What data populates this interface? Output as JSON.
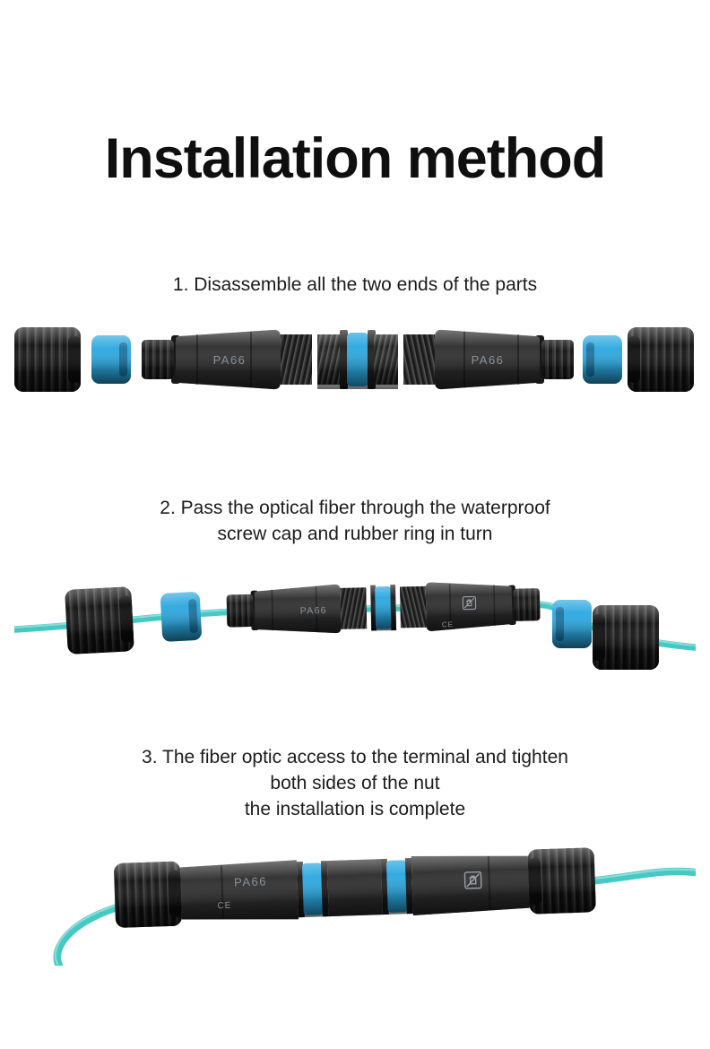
{
  "page": {
    "title": "Installation method"
  },
  "steps": [
    {
      "lines": [
        "1. Disassemble all the two ends of the parts"
      ]
    },
    {
      "lines": [
        "2. Pass the optical fiber through the waterproof",
        "screw cap and rubber ring in turn"
      ]
    },
    {
      "lines": [
        "3. The fiber optic access to the terminal and tighten",
        "both sides of the nut",
        "the installation is complete"
      ]
    }
  ],
  "markings": {
    "material": "PA66",
    "ce": "CE"
  },
  "colors": {
    "seal_blue": "#2ba8e0",
    "cable_cyan": "#46c8c3",
    "plastic_black": "#1f1f1f",
    "background": "#ffffff"
  }
}
